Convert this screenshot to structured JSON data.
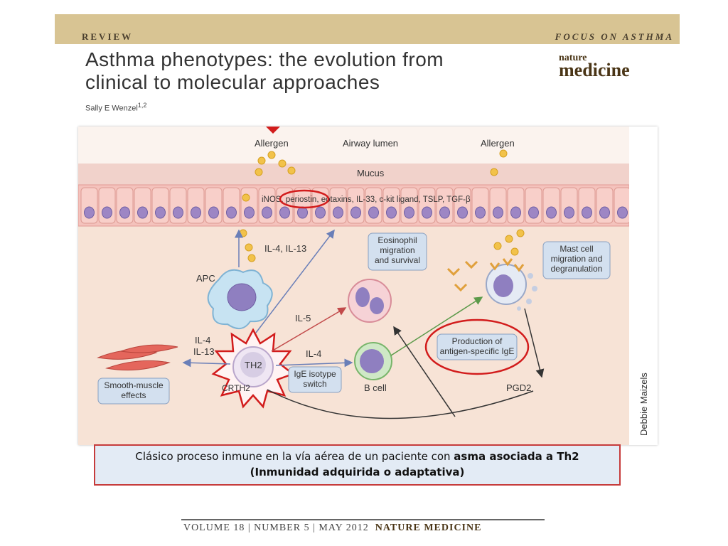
{
  "header": {
    "section": "REVIEW",
    "focus": "FOCUS ON ASTHMA",
    "journal_small": "nature",
    "journal_big": "medicine"
  },
  "article": {
    "title_line1": "Asthma phenotypes: the evolution from",
    "title_line2": "clinical to molecular approaches",
    "author": "Sally E Wenzel",
    "author_sup": "1,2"
  },
  "figure": {
    "labels": {
      "allergen_left": "Allergen",
      "airway_lumen": "Airway lumen",
      "allergen_right": "Allergen",
      "mucus": "Mucus",
      "epithelial_factors": "iNOS, periostin, eotaxins, IL-33, c-kit ligand, TSLP, TGF-β",
      "il4_il13_top": "IL-4, IL-13",
      "apc": "APC",
      "il5": "IL-5",
      "il4_left": "IL-4",
      "il13_left": "IL-13",
      "il4_mid": "IL-4",
      "th2": "TH2",
      "crth2": "CRTH2",
      "b_cell": "B cell",
      "pgd2": "PGD2",
      "credit": "Debbie Maizels"
    },
    "boxes": {
      "eosinophil": [
        "Eosinophil",
        "migration",
        "and survival"
      ],
      "mast_cell": [
        "Mast cell",
        "migration and",
        "degranulation"
      ],
      "ige_production": [
        "Production of",
        "antigen-specific IgE"
      ],
      "ige_switch": [
        "IgE isotype",
        "switch"
      ],
      "smooth_muscle": [
        "Smooth-muscle",
        "effects"
      ]
    }
  },
  "caption": {
    "text_plain": "Clásico proceso inmune en la vía aérea de un paciente con ",
    "text_bold": "asma asociada a Th2",
    "line2": "(Inmunidad adquirida o adaptativa)"
  },
  "footer": {
    "issue": "VOLUME 18 | NUMBER 5 | MAY 2012",
    "journal": "NATURE MEDICINE"
  },
  "colors": {
    "band": "#d8c493",
    "figure_bg": "#f7e3d6",
    "epithelium": "#f4c2bc",
    "nucleus": "#9d86c4",
    "allergen": "#f2c24a",
    "highlight_red": "#d21c1c",
    "caption_border": "#c63b3b",
    "caption_bg": "#e3ebf5"
  }
}
